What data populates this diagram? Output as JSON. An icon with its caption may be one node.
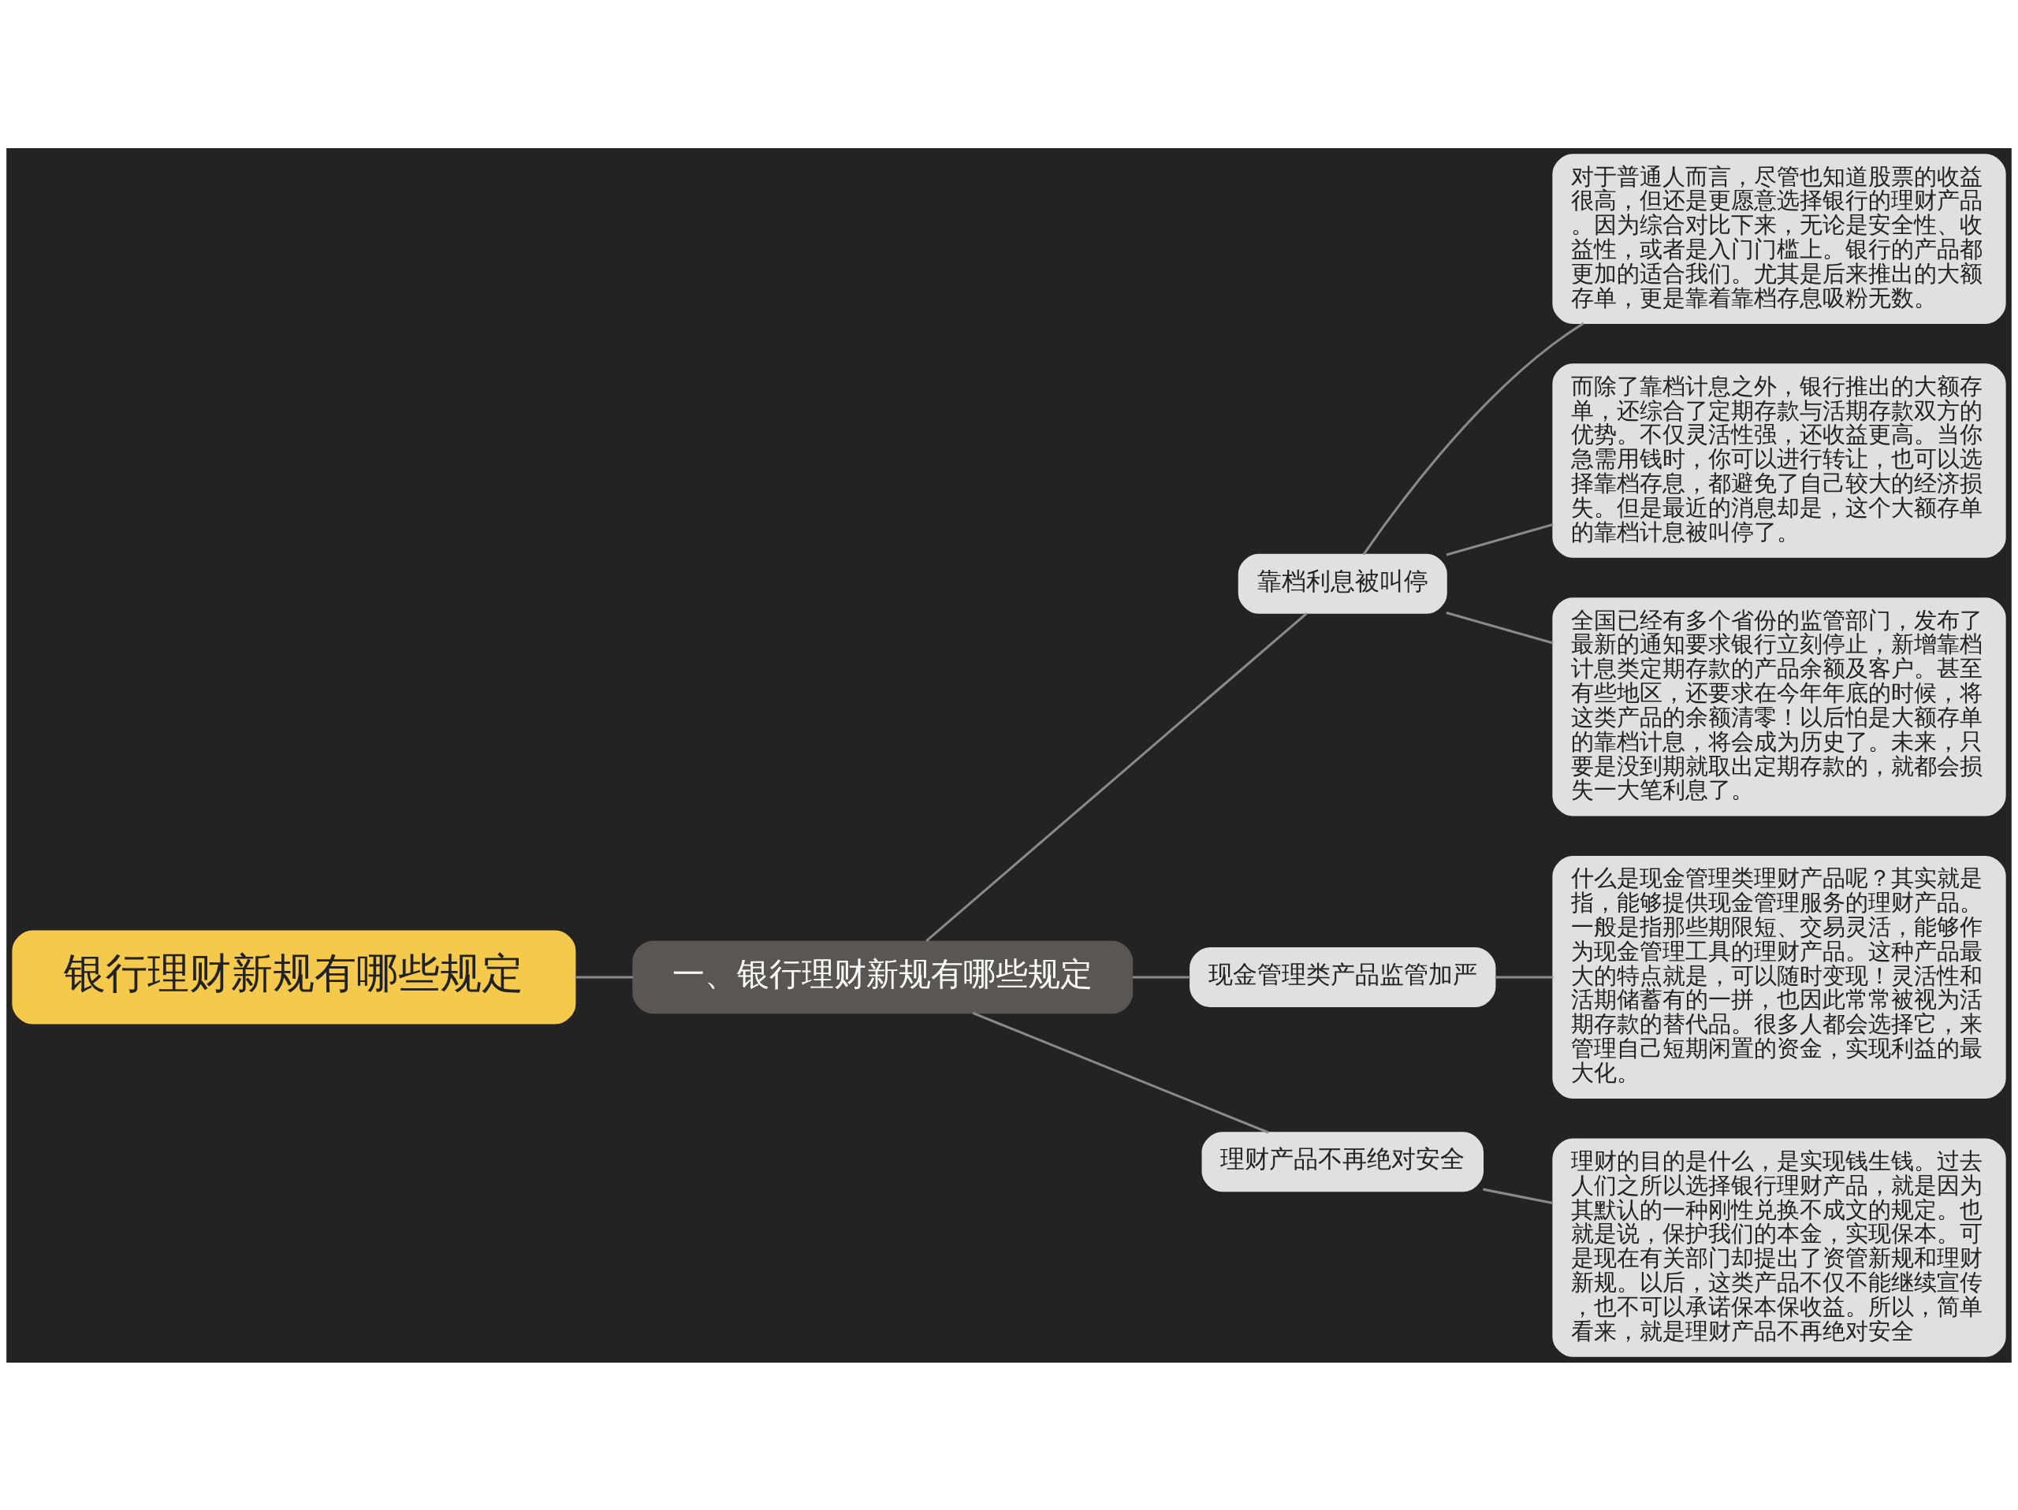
{
  "diagram": {
    "nodes": [
      {
        "text": [
          "银行理财新规有哪些规定"
        ]
      },
      {
        "text": [
          "一、银行理财新规有哪些规定"
        ]
      },
      {
        "text": [
          "靠档利息被叫停"
        ]
      },
      {
        "text": [
          "对于普通人而言，尽管也知道股票的收益很高，但还是更愿意选择银行的理财产品。因为综合对比下来，无论是安全性、收益性，或者是入门门槛上。银行的产品都更加的适合我们。尤其是后来推出的大额存单，更是靠着靠档存息吸粉无数。"
        ]
      },
      {
        "text": [
          "而除了靠档计息之外，银行推出的大额存单，还综合了定期存款与活期存款双方的优势。不仅灵活性强，还收益更高。当你急需用钱时，你可以进行转让，也可以选择靠档存息，都避免了自己较大的经济损失。但是最近的消息却是，这个大额存单的靠档计息被叫停了。"
        ]
      },
      {
        "text": [
          "全国已经有多个省份的监管部门，发布了最新的通知要求银行立刻停止，新增靠档计息类定期存款的产品余额及客户。甚至有些地区，还要求在今年年底的时候，将这类产品的余额清零！以后怕是大额存单的靠档计息，将会成为历史了。未来，只要是没到期就取出定期存款的，就都会损失一大笔利息了。"
        ]
      },
      {
        "text": [
          "现金管理类产品监管加严"
        ]
      },
      {
        "text": [
          "什么是现金管理类理财产品呢？其实就是指，能够提供现金管理服务的理财产品。一般是指那些期限短、交易灵活，能够作为现金管理工具的理财产品。这种产品最大的特点就是，可以随时变现！灵活性和活期储蓄有的一拼，也因此常常被视为活期存款的替代品。很多人都会选择它，来管理自己短期闲置的资金，实现利益的最大化。"
        ]
      },
      {
        "text": [
          "理财产品不再绝对安全"
        ]
      },
      {
        "text": [
          "理财的目的是什么，是实现钱生钱。过去人们之所以选择银行理财产品，就是因为其默认的一种刚性兑换不成文的规定。也就是说，保护我们的本金，实现保本。可是现在有关部门却提出了资管新规和理财新规。以后，这类产品不仅不能继续宣传，也不可以承诺保本保收益。所以，简单看来，就是理财产品不再绝对安全"
        ]
      }
    ],
    "edges": [
      {
        "from": 0,
        "to": 1,
        "arrow": "none"
      },
      {
        "from": 1,
        "to": 2,
        "arrow": "none"
      },
      {
        "from": 2,
        "to": 3,
        "arrow": "none"
      },
      {
        "from": 2,
        "to": 4,
        "arrow": "none"
      },
      {
        "from": 2,
        "to": 5,
        "arrow": "none"
      },
      {
        "from": 1,
        "to": 6,
        "arrow": "none"
      },
      {
        "from": 6,
        "to": 7,
        "arrow": "none"
      },
      {
        "from": 1,
        "to": 8,
        "arrow": "none"
      },
      {
        "from": 8,
        "to": 9,
        "arrow": "none"
      }
    ]
  }
}
